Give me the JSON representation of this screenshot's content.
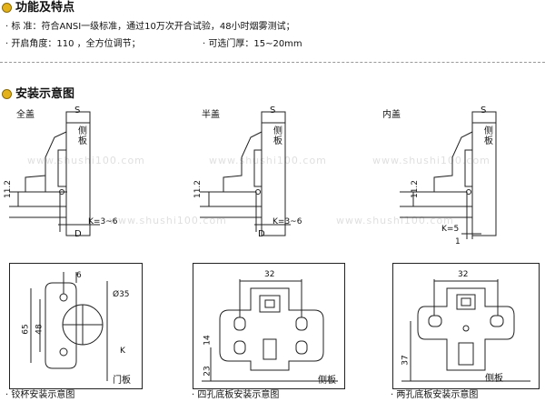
{
  "features": {
    "title": "功能及特点",
    "items": [
      "· 标  准：符合ANSI一级标准，通过10万次开合试验，48小时烟雾测试；",
      "· 开启角度：110 ，全方位调节；",
      "· 可选门厚：15~20mm"
    ]
  },
  "install": {
    "title": "安装示意图",
    "overlays": [
      {
        "label": "全盖",
        "k": "K=3~6"
      },
      {
        "label": "半盖",
        "k": "K=3~6"
      },
      {
        "label": "内盖",
        "k": "K=5"
      }
    ],
    "side_labels": {
      "s": "S",
      "side_panel": "侧板",
      "d": "D",
      "dim_112": "11.2",
      "dim_1": "1"
    },
    "bottom": [
      {
        "caption": "· 铰杯安装示意图",
        "door_label": "门板",
        "dims": [
          "6",
          "Ø35",
          "65",
          "48",
          "K"
        ]
      },
      {
        "caption": "· 四孔底板安装示意图",
        "side_label": "侧板",
        "dims": [
          "32",
          "14",
          "23"
        ]
      },
      {
        "caption": "· 两孔底板安装示意图",
        "side_label": "侧板",
        "dims": [
          "32",
          "37"
        ]
      }
    ]
  },
  "watermark": "www.shushi100.com",
  "colors": {
    "bullet": "#e3b21a",
    "line": "#222222"
  }
}
